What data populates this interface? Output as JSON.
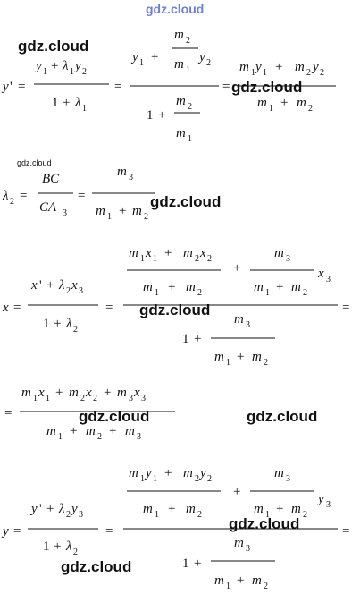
{
  "watermarks": {
    "site_top": "gdz.cloud",
    "site": "gdz.cloud"
  },
  "formulas": {
    "eq1": "y' = (y1 + λ1·y2)/(1 + λ1) = (y1 + (m2/m1)·y2)/(1 + m2/m1) = (m1·y1 + m2·y2)/(m1 + m2)",
    "eq2": "λ2 = BC/CA3 = m3/(m1 + m2)",
    "eq3": "x = (x' + λ2·x3)/(1 + λ2) = ((m1·x1 + m2·x2)/(m1 + m2) + (m3/(m1 + m2))·x3)/(1 + m3/(m1 + m2)) =",
    "eq4": "= (m1·x1 + m2·x2 + m3·x3)/(m1 + m2 + m3)",
    "eq5": "y = (y' + λ2·y3)/(1 + λ2) = ((m1·y1 + m2·y2)/(m1 + m2) + (m3/(m1 + m2))·y3)/(1 + m3/(m1 + m2)) ="
  }
}
